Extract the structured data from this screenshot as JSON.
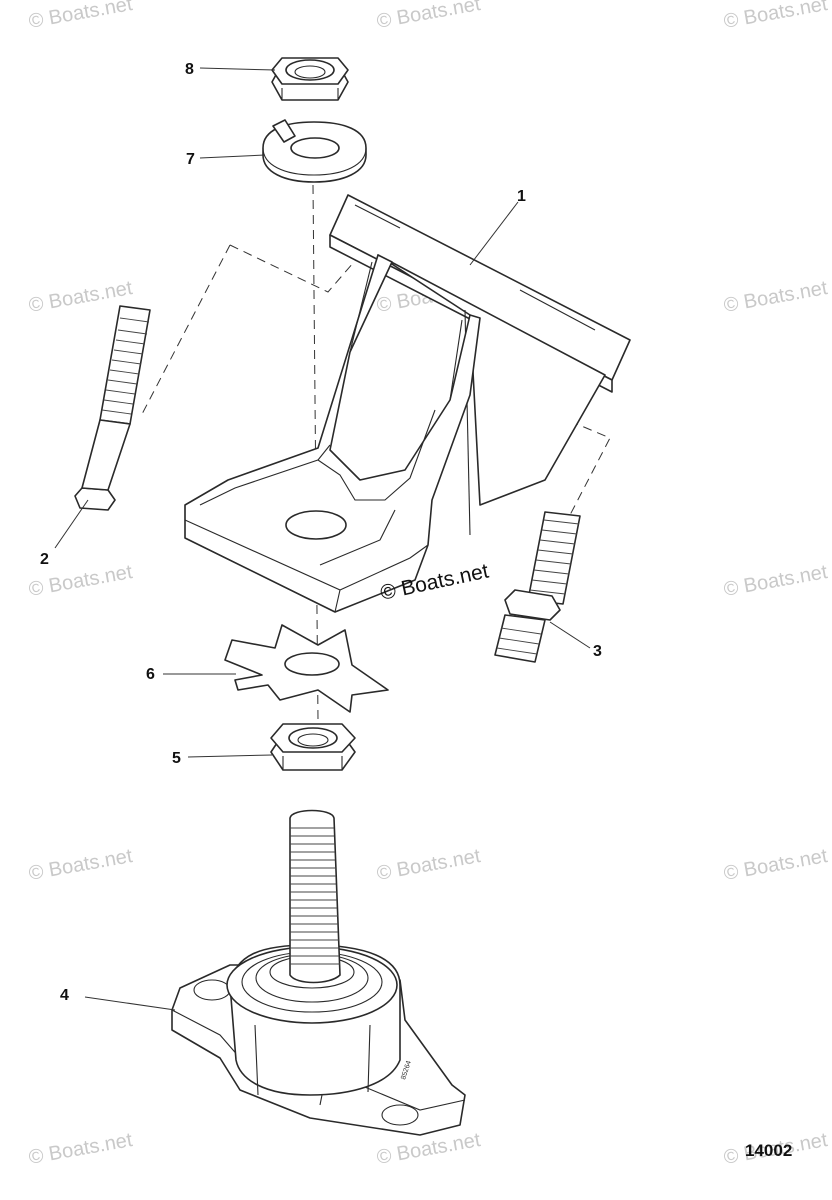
{
  "watermark": "© Boats.net",
  "copyright": "© Boats.net",
  "figure_number": "14002",
  "part_stamp": "85264",
  "callouts": [
    {
      "id": "1",
      "label": "1"
    },
    {
      "id": "2",
      "label": "2"
    },
    {
      "id": "3",
      "label": "3"
    },
    {
      "id": "4",
      "label": "4"
    },
    {
      "id": "5",
      "label": "5"
    },
    {
      "id": "6",
      "label": "6"
    },
    {
      "id": "7",
      "label": "7"
    },
    {
      "id": "8",
      "label": "8"
    }
  ]
}
